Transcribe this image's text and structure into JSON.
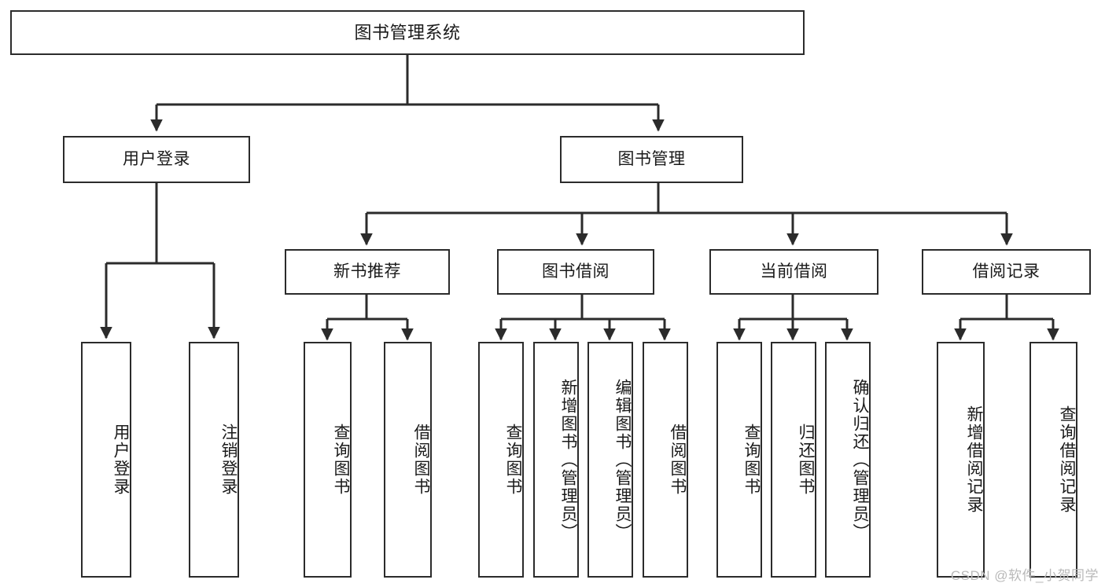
{
  "diagram": {
    "type": "tree-hierarchy-flowchart",
    "title": "图书管理系统",
    "watermark": "CSDN @软件_小贺同学",
    "colors": {
      "stroke": "#2b2b2b",
      "fill": "#ffffff",
      "text": "#1a1a1a",
      "watermark": "#b9b9b9"
    },
    "levels": {
      "root": {
        "label": "图书管理系统"
      },
      "level1": [
        {
          "label": "用户登录"
        },
        {
          "label": "图书管理"
        }
      ],
      "level2": [
        {
          "label": "新书推荐"
        },
        {
          "label": "图书借阅"
        },
        {
          "label": "当前借阅"
        },
        {
          "label": "借阅记录"
        }
      ]
    },
    "leaves": {
      "user_login": [
        {
          "label": "用户登录"
        },
        {
          "label": "注销登录"
        }
      ],
      "new_book_recommend": [
        {
          "label": "查询图书"
        },
        {
          "label": "借阅图书"
        }
      ],
      "book_borrow": [
        {
          "label": "查询图书"
        },
        {
          "label": "新增图书（管理员）"
        },
        {
          "label": "编辑图书（管理员）"
        },
        {
          "label": "借阅图书"
        }
      ],
      "current_borrow": [
        {
          "label": "查询图书"
        },
        {
          "label": "归还图书"
        },
        {
          "label": "确认归还（管理员）"
        }
      ],
      "borrow_record": [
        {
          "label": "新增借阅记录"
        },
        {
          "label": "查询借阅记录"
        }
      ]
    }
  }
}
